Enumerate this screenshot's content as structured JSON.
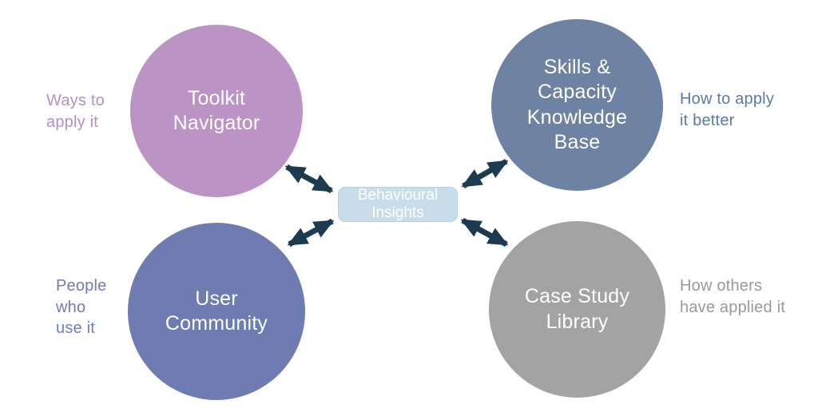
{
  "arrow_color": "#1c3b51",
  "center_node": {
    "label": "Behavioural\nInsights",
    "bg_color": "#c9dcea",
    "text_color": "#ffffff"
  },
  "nodes": [
    {
      "id": "toolkit-navigator",
      "label": "Toolkit\nNavigator",
      "color": "#bb93c4",
      "annotation": "Ways to\napply it",
      "annotation_color": "#b48fc2",
      "position": "top-left"
    },
    {
      "id": "skills-capacity-knowledge-base",
      "label": "Skills &\nCapacity\nKnowledge\nBase",
      "color": "#6e82a4",
      "annotation": "How to apply\nit better",
      "annotation_color": "#5b7aa6",
      "position": "top-right"
    },
    {
      "id": "user-community",
      "label": "User\nCommunity",
      "color": "#6f7cb1",
      "annotation": "People\nwho\nuse it",
      "annotation_color": "#717cb2",
      "position": "bottom-left"
    },
    {
      "id": "case-study-library",
      "label": "Case Study\nLibrary",
      "color": "#a3a3a3",
      "annotation": "How others\nhave applied it",
      "annotation_color": "#999999",
      "position": "bottom-right"
    }
  ]
}
